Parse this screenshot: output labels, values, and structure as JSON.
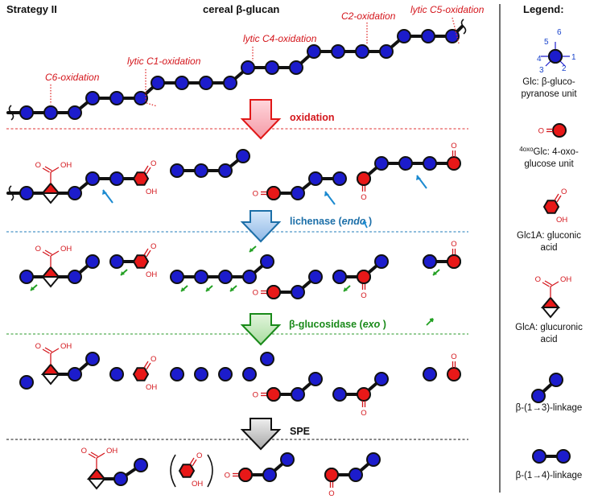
{
  "header": {
    "strategy": "Strategy II",
    "substrate_prefix": "cereal ",
    "substrate_greek": "β",
    "substrate_suffix": "-glucan",
    "legend_title": "Legend:"
  },
  "oxidation_labels": {
    "c6": "C6-oxidation",
    "c1": "lytic C1-oxidation",
    "c4": "lytic C4-oxidation",
    "c2": "C2-oxidation",
    "c5": "lytic C5-oxidation"
  },
  "steps": {
    "oxidation": "oxidation",
    "lichenase_a": "lichenase (",
    "lichenase_b": "endo",
    "lichenase_c": " )",
    "gluco_beta": "β",
    "gluco_a": "-glucosidase (",
    "gluco_b": "exo",
    "gluco_c": " )",
    "spe": "SPE"
  },
  "chem": {
    "o": "O",
    "oh": "OH"
  },
  "legend": {
    "numbers": [
      "1",
      "2",
      "3",
      "4",
      "5",
      "6"
    ],
    "glc_1": "Glc: β-gluco-",
    "glc_2": "pyranose unit",
    "oxo_sup": "4oxo",
    "oxo_1": "Glc: 4-oxo-",
    "oxo_2": "glucose unit",
    "glc1a_1": "Glc1A: gluconic",
    "glc1a_2": "acid",
    "glca_1": "GlcA: glucuronic",
    "glca_2": "acid",
    "link13_a": "β-(1",
    "link13_arrow": "→",
    "link13_b": "3)-linkage",
    "link14_a": "β-(1",
    "link14_arrow": "→",
    "link14_b": "4)-linkage"
  },
  "colors": {
    "glucose": "#1c1ccc",
    "oxo": "#e81818",
    "text_red": "#d4161c",
    "lichenase": "#1c6fa8",
    "glucosidase": "#1a8a1a",
    "arrow_blue": "#1c8ad0",
    "arrow_green": "#22a022"
  }
}
